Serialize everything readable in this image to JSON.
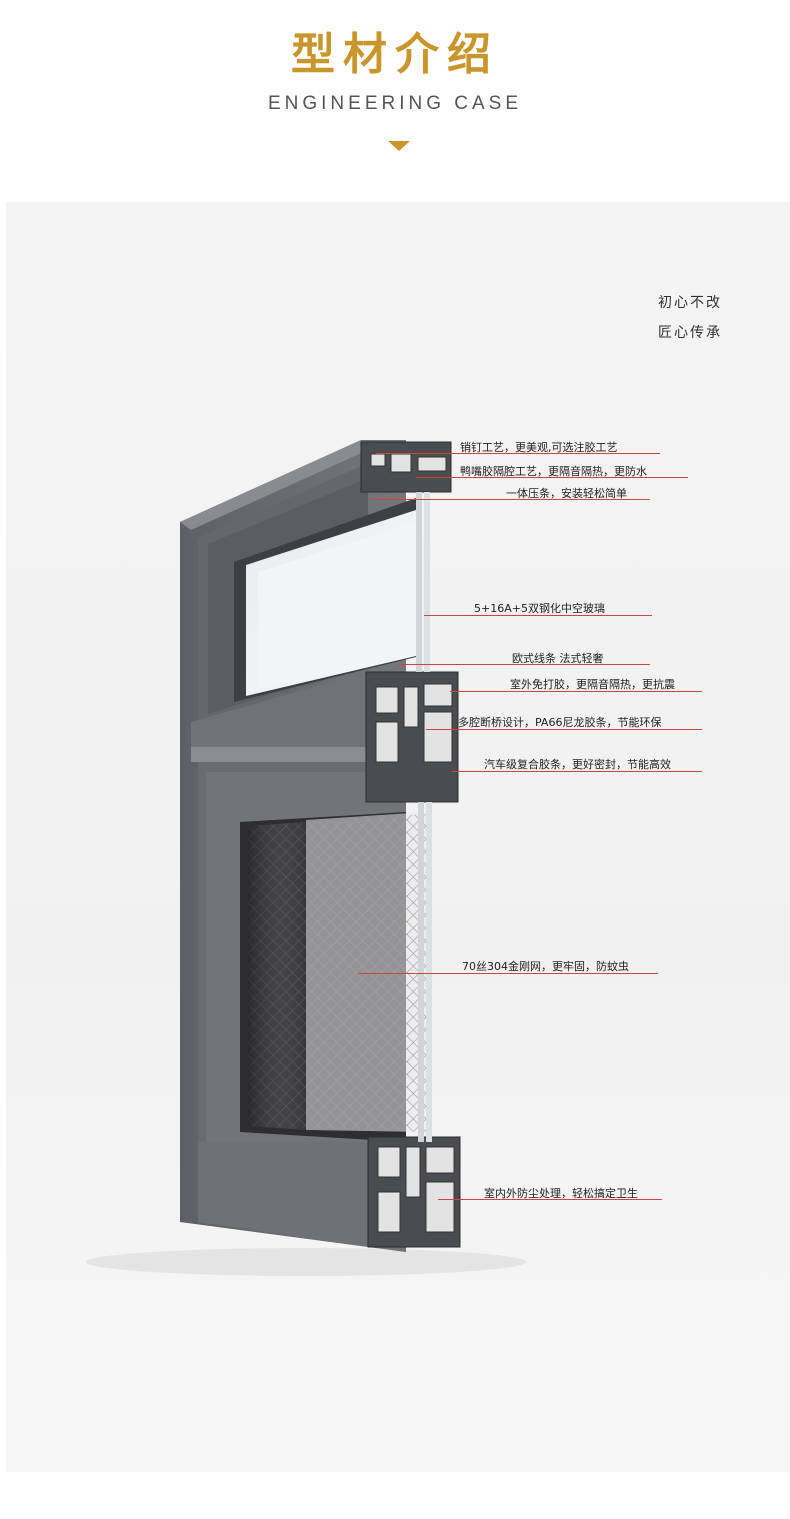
{
  "header": {
    "title": "型材介绍",
    "subtitle": "ENGINEERING CASE"
  },
  "tagline": {
    "line1": "初心不改",
    "line2": "匠心传承"
  },
  "callouts": [
    "销钉工艺，更美观,可选注胶工艺",
    "鸭嘴胶隔腔工艺，更隔音隔热，更防水",
    "一体压条，安装轻松简单",
    "5+16A+5双钢化中空玻璃",
    "欧式线条 法式轻奢",
    "室外免打胶，更隔音隔热，更抗震",
    "多腔断桥设计，PA66尼龙胶条，节能环保",
    "汽车级复合胶条，更好密封，节能高效",
    "70丝304金刚网，更牢固，防蚊虫",
    "室内外防尘处理，轻松搞定卫生"
  ],
  "colors": {
    "accent": "#c8962a",
    "frame": "#6f7074",
    "leader": "#cc4444"
  }
}
